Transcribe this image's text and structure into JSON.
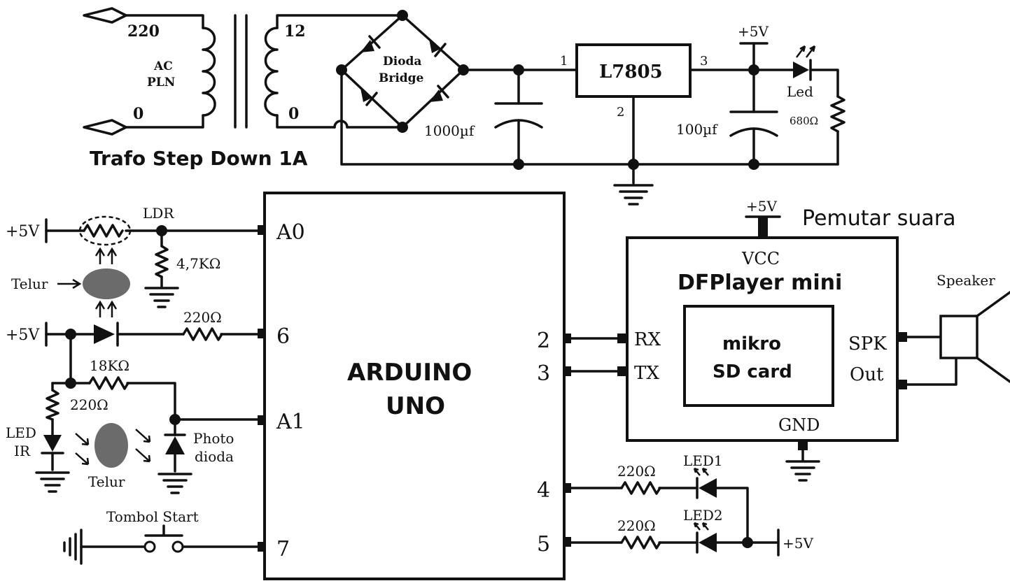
{
  "power_supply": {
    "primary_voltage": "220",
    "primary_zero": "0",
    "source_line1": "AC",
    "source_line2": "PLN",
    "secondary_voltage": "12",
    "secondary_zero": "0",
    "bridge_line1": "Dioda",
    "bridge_line2": "Bridge",
    "transformer_label": "Trafo Step Down 1A",
    "cap_in": "1000µf",
    "regulator": "L7805",
    "reg_pin1": "1",
    "reg_pin2": "2",
    "reg_pin3": "3",
    "out_voltage": "+5V",
    "cap_out": "100µf",
    "led_label": "Led",
    "led_resistor": "680Ω"
  },
  "arduino": {
    "name_line1": "ARDUINO",
    "name_line2": "UNO",
    "pins_left": [
      "A0",
      "6",
      "A1",
      "7"
    ],
    "pins_right": [
      "2",
      "3",
      "4",
      "5"
    ]
  },
  "sensors": {
    "vcc": "+5V",
    "ldr_label": "LDR",
    "ldr_resistor": "4,7KΩ",
    "egg_label": "Telur",
    "r_led": "220Ω",
    "r_feedback": "18KΩ",
    "r_ir": "220Ω",
    "ir_line1": "LED",
    "ir_line2": "IR",
    "photo_line1": "Photo",
    "photo_line2": "dioda",
    "button_label": "Tombol Start"
  },
  "dfplayer": {
    "vcc_label": "+5V",
    "title": "Pemutar suara",
    "pin_vcc": "VCC",
    "name": "DFPlayer mini",
    "pin_rx": "RX",
    "pin_tx": "TX",
    "sd_line1": "mikro",
    "sd_line2": "SD card",
    "spk_line1": "SPK",
    "spk_line2": "Out",
    "pin_gnd": "GND",
    "speaker_label": "Speaker"
  },
  "indicators": {
    "r1": "220Ω",
    "r2": "220Ω",
    "led1": "LED1",
    "led2": "LED2",
    "vcc": "+5V"
  }
}
